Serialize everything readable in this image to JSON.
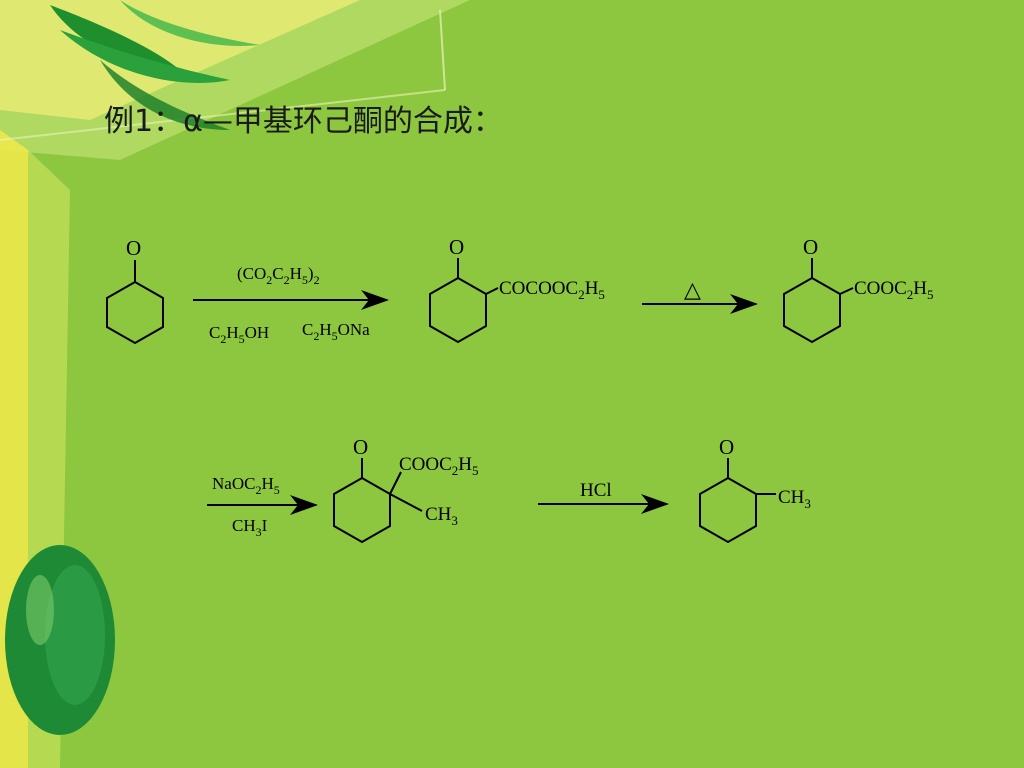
{
  "slide": {
    "title": "例1：α—甲基环己酮的合成："
  },
  "labels": {
    "o": "O",
    "reagent_top": "(CO",
    "reagent_top_s1": "2",
    "reagent_top_c": "C",
    "reagent_top_s2": "2",
    "reagent_top_h": "H",
    "reagent_top_s3": "5",
    "reagent_top_end": ")",
    "reagent_top_s4": "2",
    "solvent_1": "C",
    "solvent_1_s1": "2",
    "solvent_1_h": "H",
    "solvent_1_s2": "5",
    "solvent_1_end": "OH",
    "solvent_2": "C",
    "solvent_2_s1": "2",
    "solvent_2_h": "H",
    "solvent_2_s2": "5",
    "solvent_2_end": "ONa",
    "sub_1_a": "COCOOC",
    "sub_1_s1": "2",
    "sub_1_h": "H",
    "sub_1_s2": "5",
    "heat_symbol": "△",
    "sub_2_a": "COOC",
    "sub_2_s1": "2",
    "sub_2_h": "H",
    "sub_2_s2": "5",
    "base_a": "NaOC",
    "base_s1": "2",
    "base_h": "H",
    "base_s2": "5",
    "alkyl_a": "CH",
    "alkyl_s1": "3",
    "alkyl_end": "I",
    "ch3_a": "CH",
    "ch3_s": "3",
    "acid": "HCl"
  }
}
